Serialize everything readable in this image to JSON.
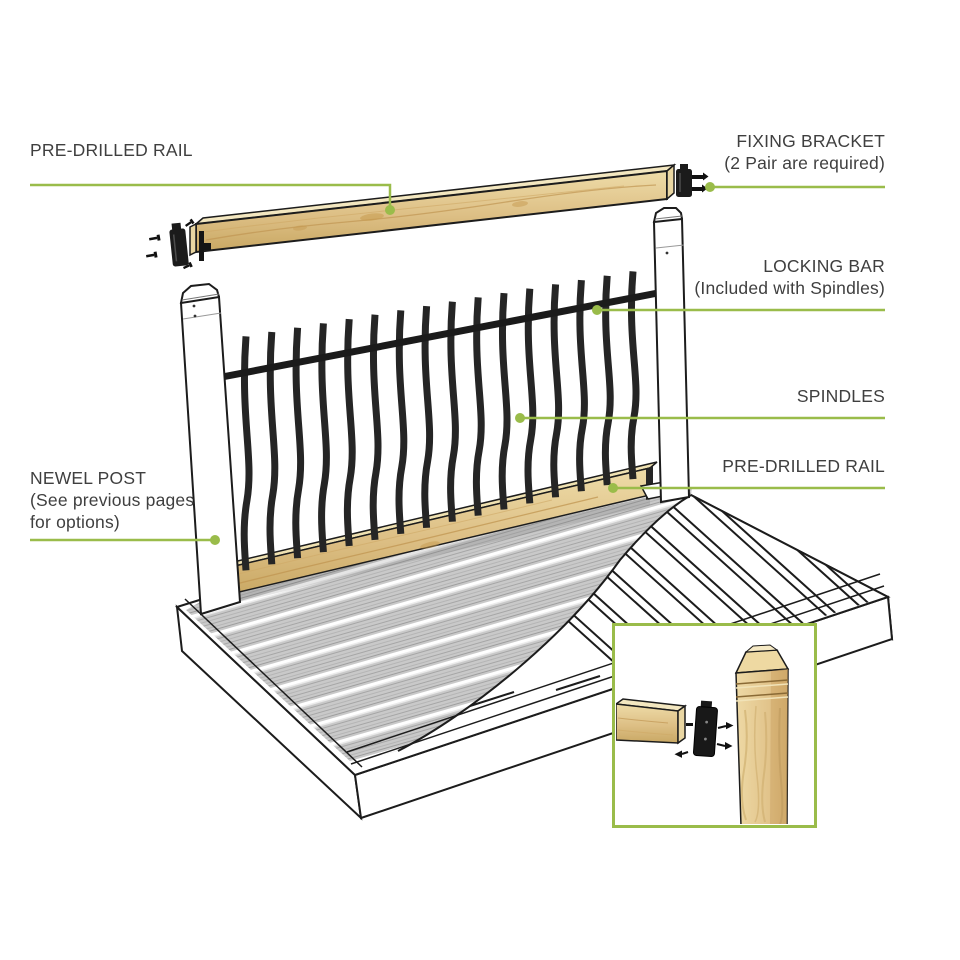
{
  "labels": {
    "pre_drilled_rail_top": {
      "line1": "PRE-DRILLED RAIL"
    },
    "fixing_bracket": {
      "line1": "FIXING BRACKET",
      "line2": "(2 Pair are required)"
    },
    "locking_bar": {
      "line1": "LOCKING BAR",
      "line2": "(Included with Spindles)"
    },
    "spindles": {
      "line1": "SPINDLES"
    },
    "pre_drilled_rail_right": {
      "line1": "PRE-DRILLED RAIL"
    },
    "newel_post": {
      "line1": "NEWEL POST",
      "line2": "(See previous pages",
      "line3": "for options)"
    }
  },
  "colors": {
    "accent_green": "#9abc4a",
    "text": "#3f3f3f",
    "outline": "#1c1c1c",
    "wood_light": "#f0e2b2",
    "wood_mid": "#dfc389",
    "wood_dark": "#c39a55",
    "metal": "#1b1b1b",
    "deck_board_grey": "#c9c9c9",
    "background": "#ffffff"
  },
  "figure": {
    "spindle_count": 16
  }
}
